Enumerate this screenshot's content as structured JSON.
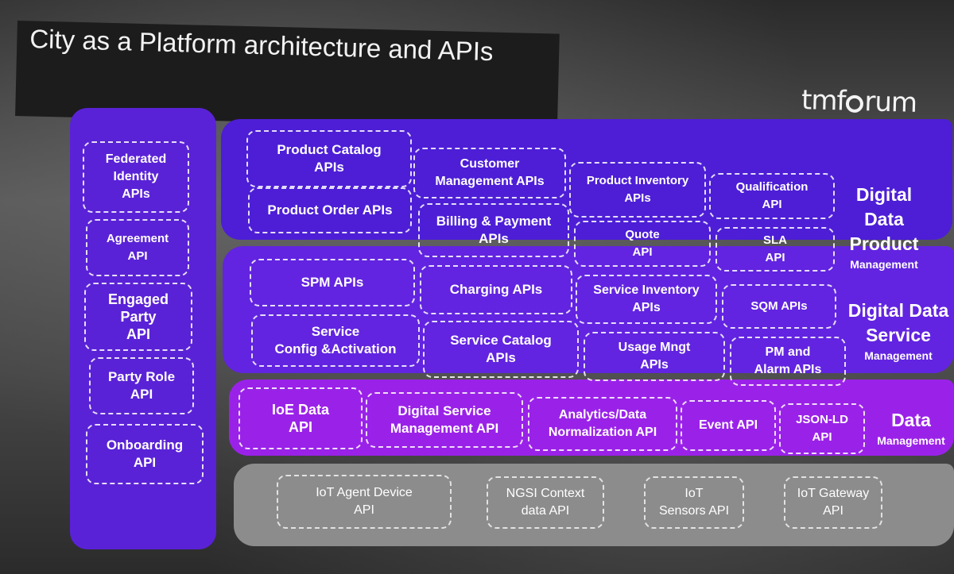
{
  "slide": {
    "title_line1": "City as a Platform architecture and APIs",
    "title_line2": "",
    "logo": "tmforum"
  },
  "left_column": [
    {
      "name": "federated-identity-apis-box",
      "lines": [
        "Federated",
        "Identity",
        "APIs"
      ]
    },
    {
      "name": "agreement-api-box",
      "lines": [
        "Agreement",
        "API"
      ]
    },
    {
      "name": "engaged-party-api-box",
      "lines": [
        "Engaged",
        "Party",
        "API"
      ]
    },
    {
      "name": "party-role-api-box",
      "lines": [
        "Party Role",
        "API"
      ]
    },
    {
      "name": "onboarding-api-box",
      "lines": [
        "Onboarding",
        "API"
      ]
    }
  ],
  "product_layer": {
    "label_big": [
      "Digital",
      "Data",
      "Product"
    ],
    "label_small": "Management",
    "boxes": [
      [
        "Product Catalog",
        "APIs"
      ],
      [
        "Customer",
        "Management APIs"
      ],
      [
        "Product Inventory",
        "APIs"
      ],
      [
        "Qualification",
        "API"
      ],
      [
        "Product Order APIs"
      ],
      [
        "Billing & Payment",
        "APIs"
      ],
      [
        "Quote",
        "API"
      ],
      [
        "SLA",
        "API"
      ]
    ]
  },
  "service_layer": {
    "label_big": [
      "Digital Data",
      "Service"
    ],
    "label_small": "Management",
    "boxes": [
      [
        "SPM APIs"
      ],
      [
        "Charging APIs"
      ],
      [
        "Service Inventory",
        "APIs"
      ],
      [
        "SQM APIs"
      ],
      [
        "Service",
        "Config &Activation"
      ],
      [
        "Service Catalog",
        "APIs"
      ],
      [
        "Usage Mngt",
        "APIs"
      ],
      [
        "PM and",
        "Alarm APIs"
      ]
    ]
  },
  "data_layer": {
    "label_big": [
      "Data"
    ],
    "label_small": "Management",
    "boxes": [
      [
        "IoE Data",
        "API"
      ],
      [
        "Digital Service",
        "Management API"
      ],
      [
        "Analytics/Data",
        "Normalization API"
      ],
      [
        "Event API"
      ],
      [
        "JSON-LD",
        "API"
      ]
    ]
  },
  "iot_layer": {
    "boxes": [
      [
        "IoT Agent Device",
        "API"
      ],
      [
        "NGSI Context",
        "data API"
      ],
      [
        "IoT",
        "Sensors API"
      ],
      [
        "IoT Gateway",
        "API"
      ]
    ]
  },
  "colors": {
    "left_column": "#5a22d6",
    "product_layer": "#4d1ed6",
    "service_layer": "#6224e0",
    "data_layer": "#9a22e8",
    "iot_layer": "#8c8c8c"
  }
}
